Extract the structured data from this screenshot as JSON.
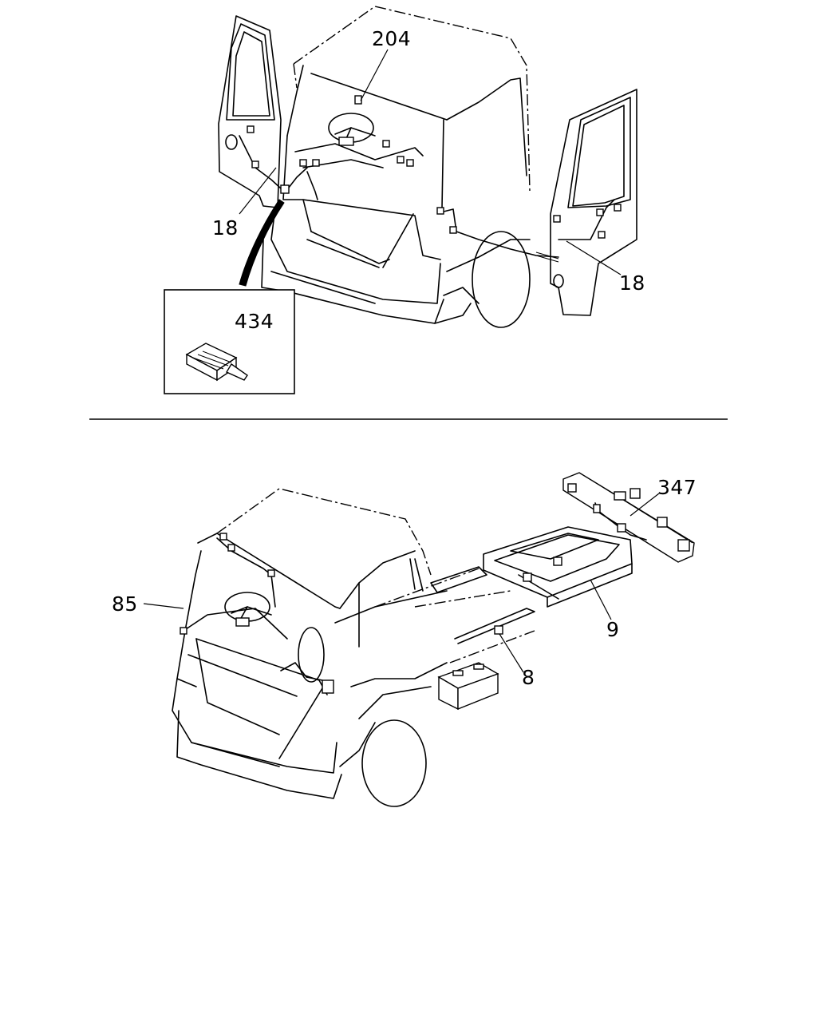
{
  "diagram": {
    "top_view": {
      "callouts": {
        "c204": "204",
        "c18_left": "18",
        "c18_right": "18",
        "c434": "434"
      }
    },
    "bottom_view": {
      "callouts": {
        "c347": "347",
        "c85": "85",
        "c9": "9",
        "c8": "8"
      }
    }
  }
}
